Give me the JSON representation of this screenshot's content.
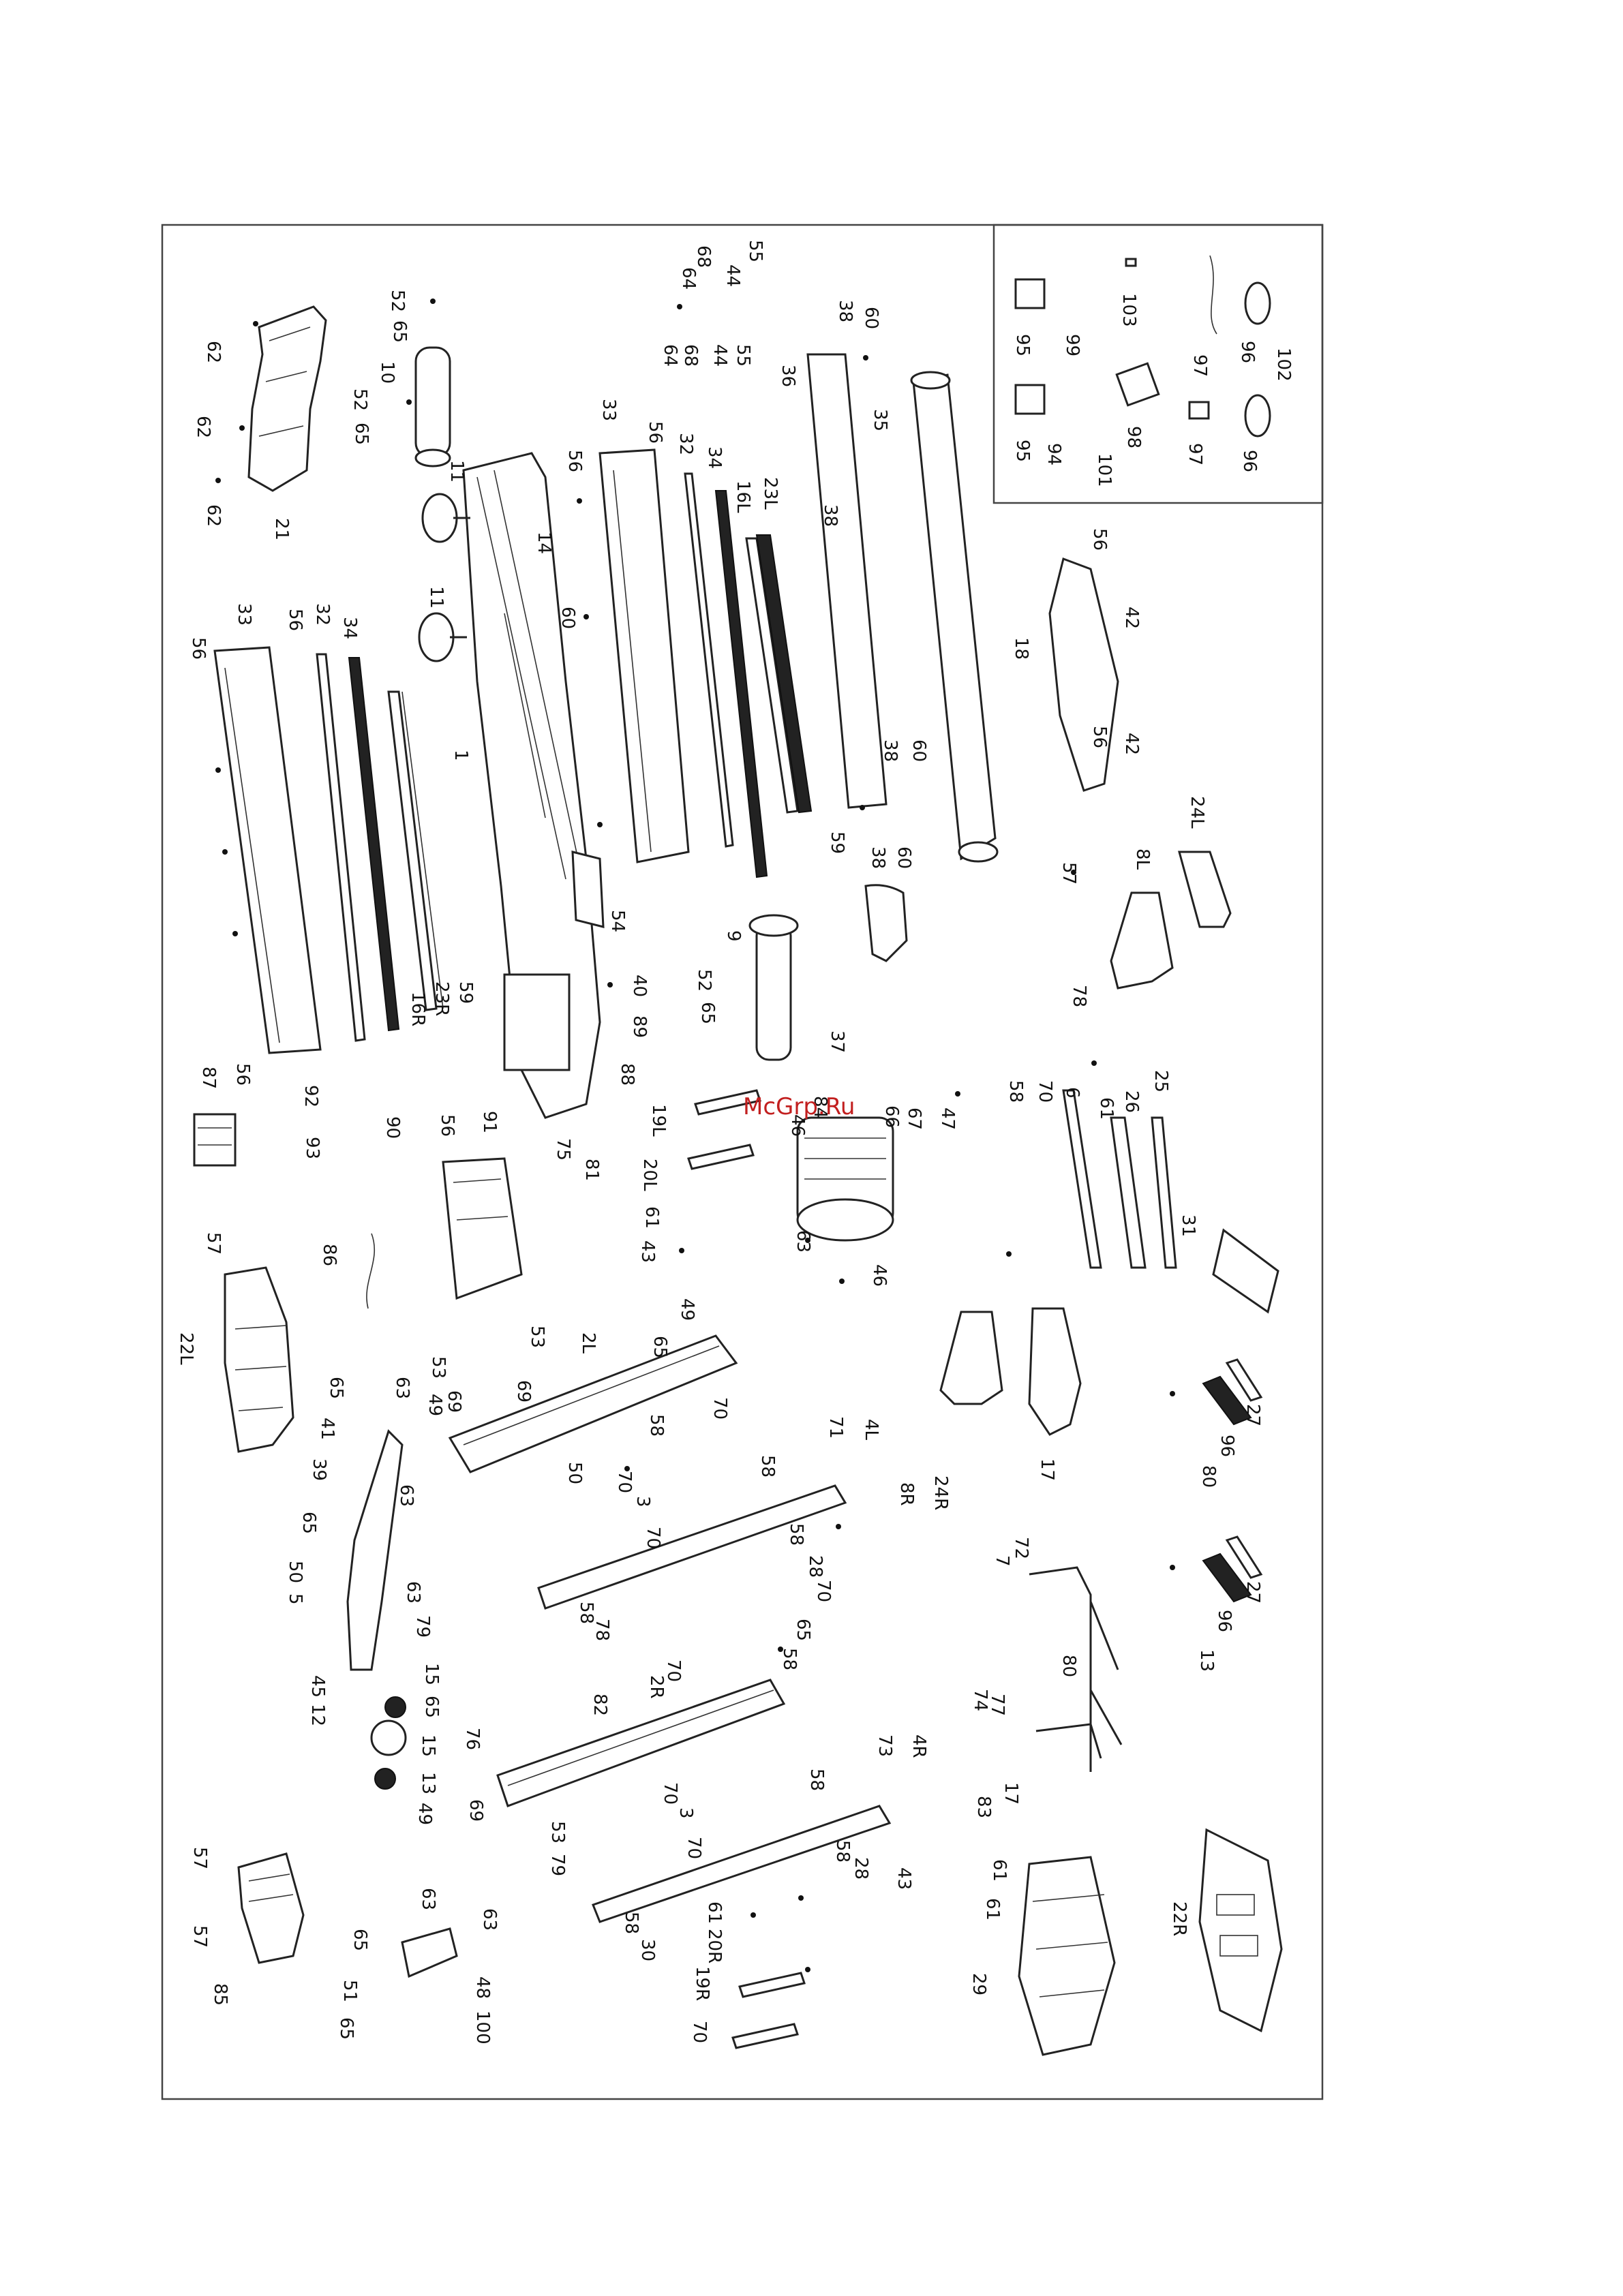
{
  "watermark": "McGrp.Ru",
  "diagram_labels": [
    {
      "t": "64"
    },
    {
      "t": "68"
    },
    {
      "t": "44"
    },
    {
      "t": "55"
    },
    {
      "t": "64"
    },
    {
      "t": "68"
    },
    {
      "t": "44"
    },
    {
      "t": "55"
    },
    {
      "t": "38"
    },
    {
      "t": "60"
    },
    {
      "t": "36"
    },
    {
      "t": "35"
    },
    {
      "t": "52"
    },
    {
      "t": "65"
    },
    {
      "t": "10"
    },
    {
      "t": "52"
    },
    {
      "t": "65"
    },
    {
      "t": "62"
    },
    {
      "t": "62"
    },
    {
      "t": "62"
    },
    {
      "t": "21"
    },
    {
      "t": "33"
    },
    {
      "t": "56"
    },
    {
      "t": "56"
    },
    {
      "t": "32"
    },
    {
      "t": "34"
    },
    {
      "t": "16L"
    },
    {
      "t": "23L"
    },
    {
      "t": "38"
    },
    {
      "t": "11"
    },
    {
      "t": "11"
    },
    {
      "t": "14"
    },
    {
      "t": "60"
    },
    {
      "t": "1"
    },
    {
      "t": "56"
    },
    {
      "t": "33"
    },
    {
      "t": "56"
    },
    {
      "t": "32"
    },
    {
      "t": "34"
    },
    {
      "t": "38"
    },
    {
      "t": "60"
    },
    {
      "t": "38"
    },
    {
      "t": "60"
    },
    {
      "t": "59"
    },
    {
      "t": "56"
    },
    {
      "t": "42"
    },
    {
      "t": "18"
    },
    {
      "t": "56"
    },
    {
      "t": "42"
    },
    {
      "t": "57"
    },
    {
      "t": "54"
    },
    {
      "t": "9"
    },
    {
      "t": "52"
    },
    {
      "t": "65"
    },
    {
      "t": "37"
    },
    {
      "t": "40"
    },
    {
      "t": "89"
    },
    {
      "t": "88"
    },
    {
      "t": "16R"
    },
    {
      "t": "23R"
    },
    {
      "t": "59"
    },
    {
      "t": "24L"
    },
    {
      "t": "8L"
    },
    {
      "t": "78"
    },
    {
      "t": "87"
    },
    {
      "t": "56"
    },
    {
      "t": "92"
    },
    {
      "t": "90"
    },
    {
      "t": "93"
    },
    {
      "t": "56"
    },
    {
      "t": "91"
    },
    {
      "t": "75"
    },
    {
      "t": "81"
    },
    {
      "t": "19L"
    },
    {
      "t": "20L"
    },
    {
      "t": "61"
    },
    {
      "t": "43"
    },
    {
      "t": "84"
    },
    {
      "t": "46"
    },
    {
      "t": "66"
    },
    {
      "t": "67"
    },
    {
      "t": "47"
    },
    {
      "t": "63"
    },
    {
      "t": "46"
    },
    {
      "t": "58"
    },
    {
      "t": "70"
    },
    {
      "t": "6"
    },
    {
      "t": "61"
    },
    {
      "t": "26"
    },
    {
      "t": "25"
    },
    {
      "t": "31"
    },
    {
      "t": "86"
    },
    {
      "t": "57"
    },
    {
      "t": "22L"
    },
    {
      "t": "49"
    },
    {
      "t": "65"
    },
    {
      "t": "2L"
    },
    {
      "t": "53"
    },
    {
      "t": "53"
    },
    {
      "t": "69"
    },
    {
      "t": "69"
    },
    {
      "t": "49"
    },
    {
      "t": "70"
    },
    {
      "t": "58"
    },
    {
      "t": "50"
    },
    {
      "t": "65"
    },
    {
      "t": "41"
    },
    {
      "t": "63"
    },
    {
      "t": "39"
    },
    {
      "t": "63"
    },
    {
      "t": "65"
    },
    {
      "t": "50"
    },
    {
      "t": "5"
    },
    {
      "t": "63"
    },
    {
      "t": "79"
    },
    {
      "t": "71"
    },
    {
      "t": "4L"
    },
    {
      "t": "58"
    },
    {
      "t": "70"
    },
    {
      "t": "3"
    },
    {
      "t": "70"
    },
    {
      "t": "58"
    },
    {
      "t": "28"
    },
    {
      "t": "70"
    },
    {
      "t": "58"
    },
    {
      "t": "78"
    },
    {
      "t": "8R"
    },
    {
      "t": "24R"
    },
    {
      "t": "17"
    },
    {
      "t": "27"
    },
    {
      "t": "96"
    },
    {
      "t": "80"
    },
    {
      "t": "72"
    },
    {
      "t": "7"
    },
    {
      "t": "80"
    },
    {
      "t": "77"
    },
    {
      "t": "74"
    },
    {
      "t": "83"
    },
    {
      "t": "17"
    },
    {
      "t": "27"
    },
    {
      "t": "96"
    },
    {
      "t": "13"
    },
    {
      "t": "15"
    },
    {
      "t": "65"
    },
    {
      "t": "45"
    },
    {
      "t": "12"
    },
    {
      "t": "15"
    },
    {
      "t": "13"
    },
    {
      "t": "49"
    },
    {
      "t": "65"
    },
    {
      "t": "58"
    },
    {
      "t": "70"
    },
    {
      "t": "2R"
    },
    {
      "t": "82"
    },
    {
      "t": "76"
    },
    {
      "t": "69"
    },
    {
      "t": "53"
    },
    {
      "t": "79"
    },
    {
      "t": "73"
    },
    {
      "t": "4R"
    },
    {
      "t": "58"
    },
    {
      "t": "70"
    },
    {
      "t": "3"
    },
    {
      "t": "70"
    },
    {
      "t": "58"
    },
    {
      "t": "28"
    },
    {
      "t": "43"
    },
    {
      "t": "61"
    },
    {
      "t": "20R"
    },
    {
      "t": "19R"
    },
    {
      "t": "70"
    },
    {
      "t": "58"
    },
    {
      "t": "30"
    },
    {
      "t": "61"
    },
    {
      "t": "61"
    },
    {
      "t": "29"
    },
    {
      "t": "22R"
    },
    {
      "t": "57"
    },
    {
      "t": "57"
    },
    {
      "t": "85"
    },
    {
      "t": "63"
    },
    {
      "t": "63"
    },
    {
      "t": "65"
    },
    {
      "t": "51"
    },
    {
      "t": "65"
    },
    {
      "t": "48"
    },
    {
      "t": "100"
    },
    {
      "t": "103"
    },
    {
      "t": "95"
    },
    {
      "t": "99"
    },
    {
      "t": "97"
    },
    {
      "t": "96"
    },
    {
      "t": "102"
    },
    {
      "t": "95"
    },
    {
      "t": "94"
    },
    {
      "t": "101"
    },
    {
      "t": "98"
    },
    {
      "t": "97"
    },
    {
      "t": "96"
    }
  ]
}
